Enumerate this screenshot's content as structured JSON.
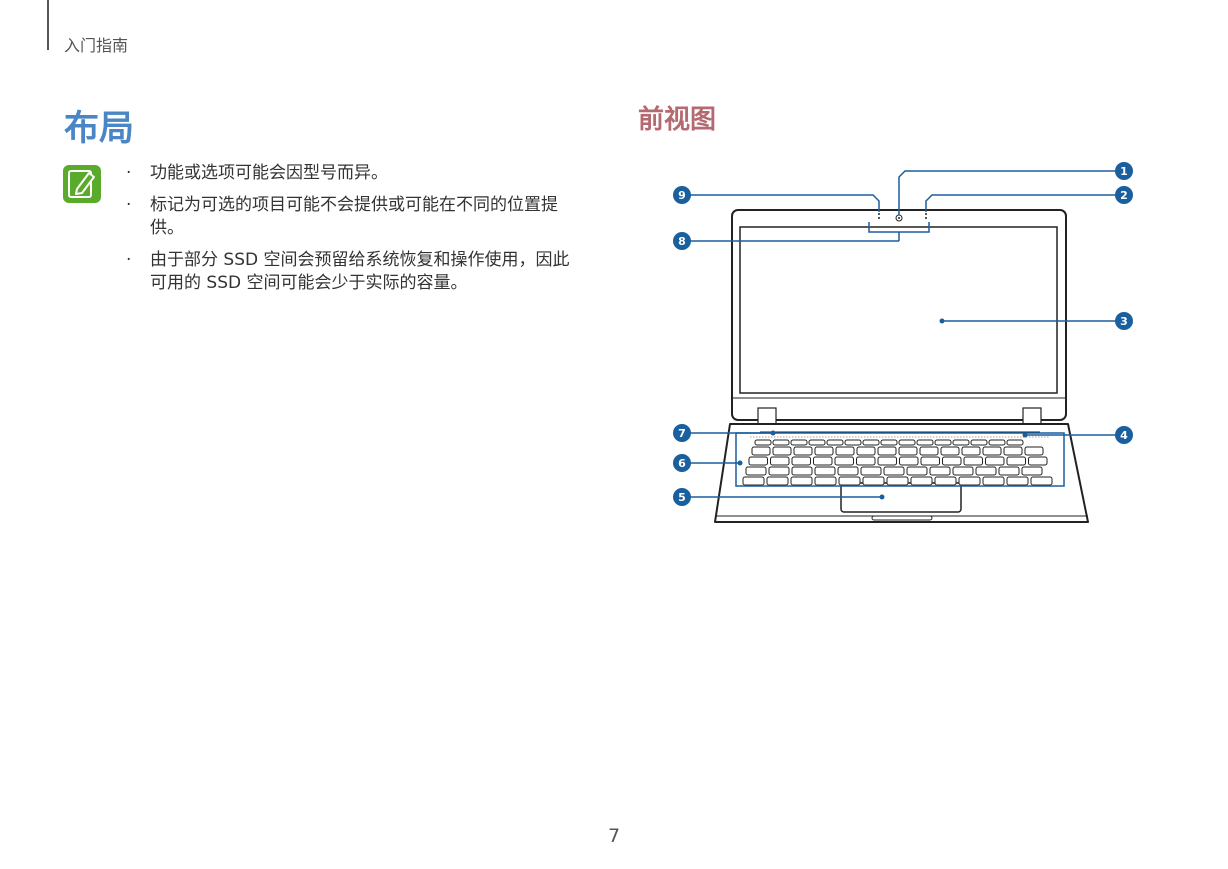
{
  "header": {
    "chapter": "入门指南"
  },
  "section": {
    "title": "布局"
  },
  "notes": {
    "icon": "note-pencil-icon",
    "items": [
      "功能或选项可能会因型号而异。",
      "标记为可选的项目可能不会提供或可能在不同的位置提供。",
      "由于部分 SSD 空间会预留给系统恢复和操作使用，因此可用的 SSD 空间可能会少于实际的容量。"
    ]
  },
  "figure": {
    "title": "前视图",
    "callouts": [
      "1",
      "2",
      "3",
      "4",
      "5",
      "6",
      "7",
      "8",
      "9"
    ]
  },
  "footer": {
    "page_number": "7"
  },
  "colors": {
    "accent_blue": "#4a86c6",
    "subtitle_rose": "#b56a72",
    "callout_blue": "#1a5f9e",
    "icon_green": "#5aab2b"
  }
}
